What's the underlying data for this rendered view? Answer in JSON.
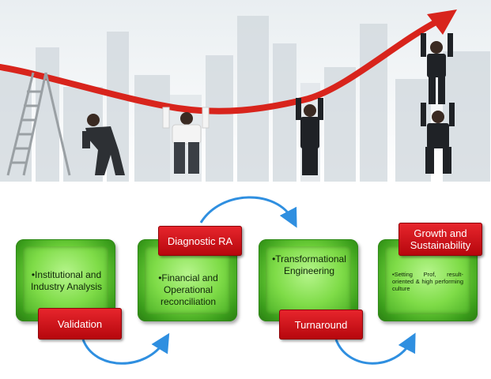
{
  "colors": {
    "arrow_red": "#d8241c",
    "box_green": "#6fd23a",
    "label_red": "#cf151c",
    "connector_blue": "#2f8fe0"
  },
  "stages": [
    {
      "label": "Validation",
      "text": "•Institutional and Industry Analysis"
    },
    {
      "label": "Diagnostic RA",
      "text": "•Financial and Operational reconciliation"
    },
    {
      "label": "Turnaround",
      "text": "•Transformational Engineering"
    },
    {
      "label": "Growth and Sustainability",
      "text": "•Setting Prof, result-oriented & high performing culture"
    }
  ]
}
